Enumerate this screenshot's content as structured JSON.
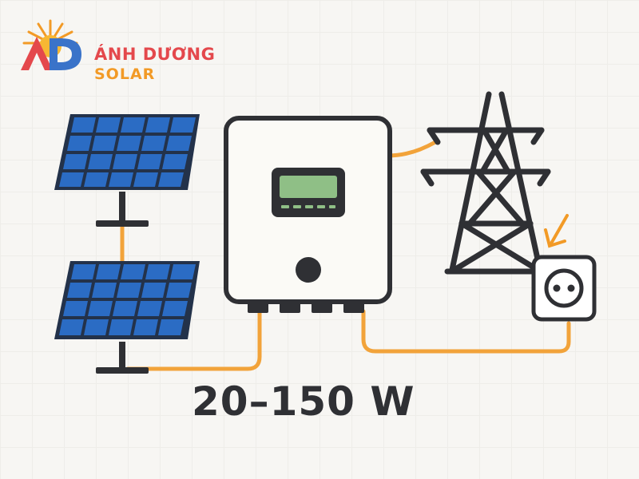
{
  "brand": {
    "line1": "ÁNH DƯƠNG",
    "line2": "SOLAR",
    "monogram": "AD"
  },
  "power_label": "20–150 W",
  "colors": {
    "panel_blue": "#2b6cc4",
    "panel_frame": "#23324a",
    "inverter_body": "#fbfaf6",
    "outline": "#2f3034",
    "cable": "#f2a33a",
    "screen": "#8fbf86",
    "logo_red": "#e4484c",
    "logo_orange": "#f29a26",
    "logo_blue": "#3a73c9"
  },
  "icons": [
    "solar-panel-icon",
    "inverter-icon",
    "transmission-tower-icon",
    "power-outlet-icon",
    "arrow-icon",
    "sun-icon"
  ]
}
